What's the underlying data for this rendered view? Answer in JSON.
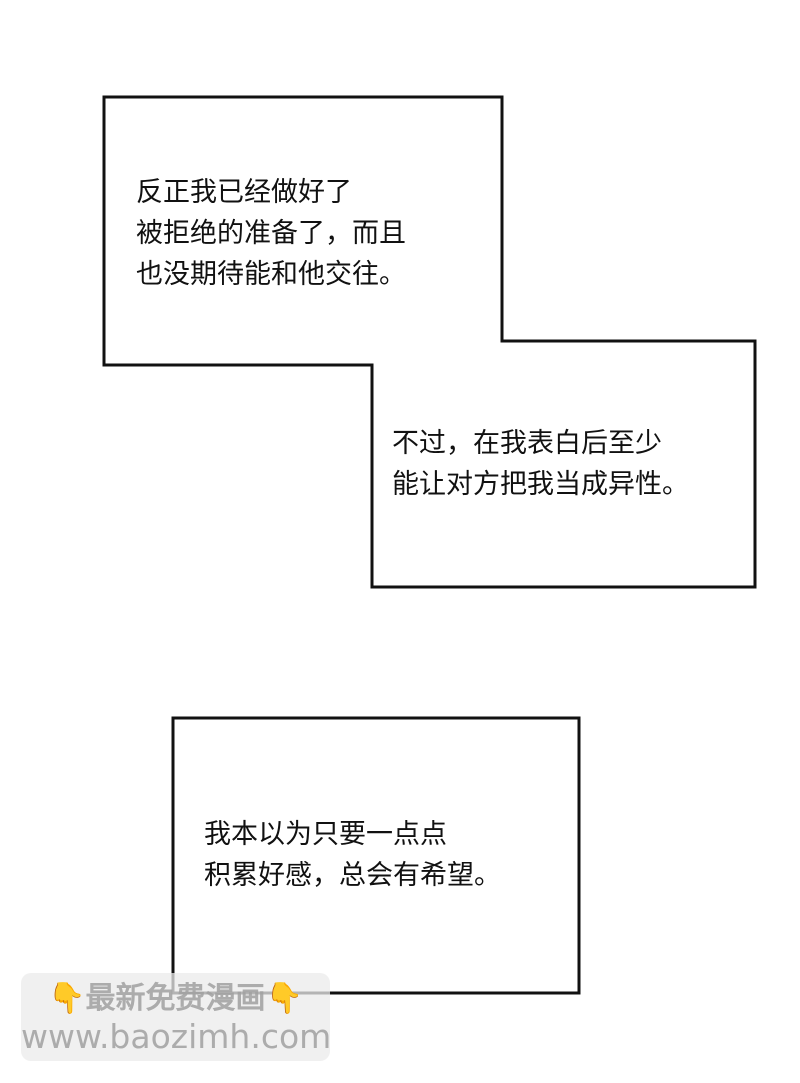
{
  "panels": [
    {
      "lines": [
        "反正我已经做好了",
        "被拒绝的准备了，而且",
        "也没期待能和他交往。"
      ]
    },
    {
      "lines": [
        "不过，在我表白后至少",
        "能让对方把我当成异性。"
      ]
    },
    {
      "lines": [
        "我本以为只要一点点",
        "积累好感，总会有希望。"
      ]
    }
  ],
  "watermark": {
    "title": "最新免费漫画",
    "url": "www.baozimh.com",
    "icon": "pointing-down-hand-icon"
  }
}
